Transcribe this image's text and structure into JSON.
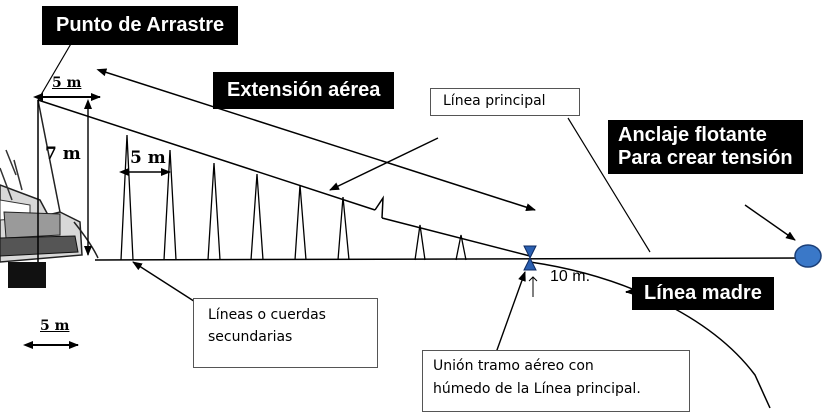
{
  "labels": {
    "drag_point": "Punto de Arrastre",
    "aerial_extension": "Extensión aérea",
    "main_line": "Línea principal",
    "floating_anchor_line1": "Anclaje flotante",
    "floating_anchor_line2": "Para crear tensión",
    "mother_line": "Línea madre",
    "secondary_line1": "Líneas o cuerdas",
    "secondary_line2": "secundarias",
    "union_line1": "Unión tramo aéreo con",
    "union_line2": "húmedo de la Línea principal."
  },
  "measurements": {
    "top_5m": "5 m",
    "height_7m": "7 m",
    "spacing_5m": "5 m",
    "bottom_5m": "5 m",
    "depth_10m": "10 m."
  },
  "colors": {
    "label_background": "#000000",
    "label_text": "#ffffff",
    "float_buoy": "#3a78c8",
    "connector": "#2a5fb0",
    "line": "#000000"
  }
}
